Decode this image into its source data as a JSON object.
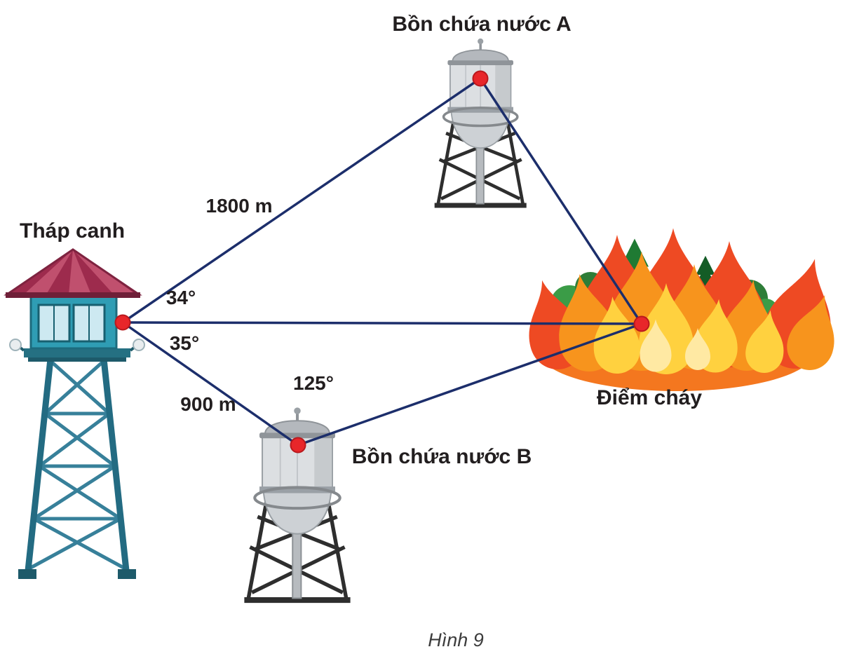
{
  "figure": {
    "caption": "Hình 9",
    "labels": {
      "tower": "Tháp canh",
      "tank_a": "Bồn chứa nước A",
      "tank_b": "Bồn chứa nước B",
      "fire": "Điểm cháy"
    },
    "measurements": {
      "tower_to_a": "1800 m",
      "tower_to_b": "900 m",
      "angle_tower_upper": "34°",
      "angle_tower_lower": "35°",
      "angle_at_tank_b": "125°"
    },
    "colors": {
      "line": "#1c2e6b",
      "marker": "#e8262a",
      "text": "#221e1f"
    }
  }
}
